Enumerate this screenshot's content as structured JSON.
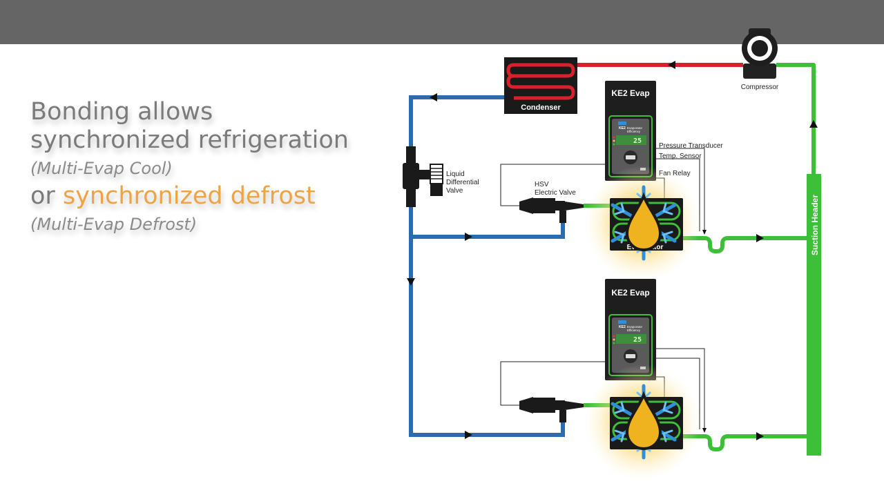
{
  "headline": {
    "line1": "Bonding allows",
    "line2": "synchronized refrigeration",
    "line3": "(Multi-Evap Cool)",
    "line4_prefix": "or",
    "line4_accent": "synchronized defrost",
    "line5": "(Multi-Evap Defrost)"
  },
  "diagram": {
    "compressor": "Compressor",
    "condenser": "Condenser",
    "valve_label_1": "Liquid",
    "valve_label_2": "Differential",
    "valve_label_3": "Valve",
    "hsv_label_1": "HSV",
    "hsv_label_2": "Electric Valve",
    "controller_title": "KE2 Evap",
    "controller_brand": "KE2",
    "controller_subtitle_1": "Evaporator",
    "controller_subtitle_2": "Efficiency",
    "controller_display": "25",
    "pressure_transducer": "Pressure Transducer",
    "temp_sensor": "Temp. Sensor",
    "fan_relay": "Fan Relay",
    "evaporator": "Evaporator",
    "suction_header": "Suction Header"
  },
  "colors": {
    "liquid_line": "#2b6cb0",
    "discharge_line": "#d8222b",
    "suction_line": "#3dbf3a",
    "accent": "#efa344",
    "controller": "#1e1e1e"
  }
}
